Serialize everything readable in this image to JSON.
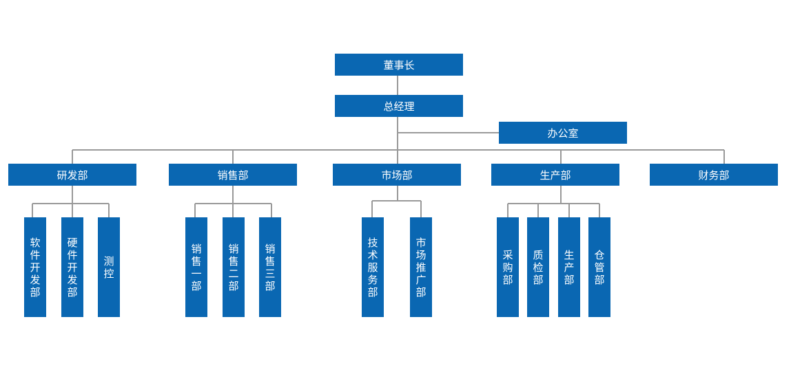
{
  "colors": {
    "box": "#0a67b2",
    "line": "#999999",
    "text": "#ffffff"
  },
  "chairman": "董事长",
  "gm": "总经理",
  "office": "办公室",
  "departments": [
    {
      "name": "研发部",
      "units": [
        "软件开发部",
        "硬件开发部",
        "测控"
      ]
    },
    {
      "name": "销售部",
      "units": [
        "销售一部",
        "销售二部",
        "销售三部"
      ]
    },
    {
      "name": "市场部",
      "units": [
        "技术服务部",
        "市场推广部"
      ]
    },
    {
      "name": "生产部",
      "units": [
        "采购部",
        "质检部",
        "生产部",
        "仓管部"
      ]
    },
    {
      "name": "财务部",
      "units": []
    }
  ]
}
